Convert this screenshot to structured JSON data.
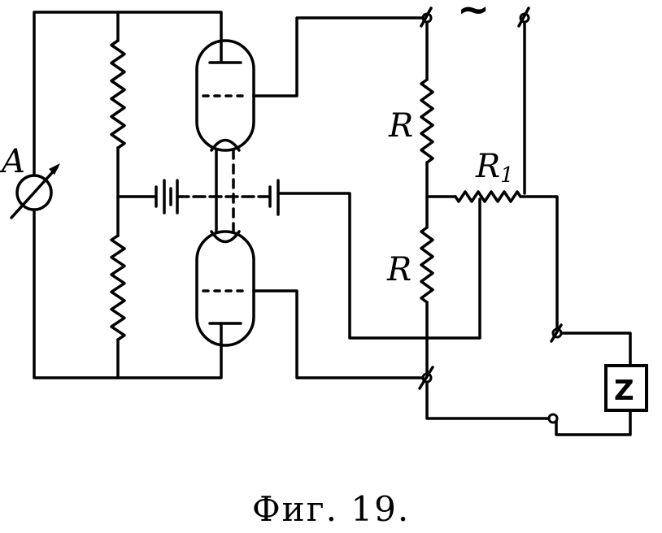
{
  "labels": {
    "ammeter": "A",
    "resistor_upper": "R",
    "resistor_lower": "R",
    "resistor_r1": "R",
    "resistor_r1_sub": "1",
    "ac_symbol": "~",
    "load": "Z"
  },
  "caption": "Фиг. 19."
}
